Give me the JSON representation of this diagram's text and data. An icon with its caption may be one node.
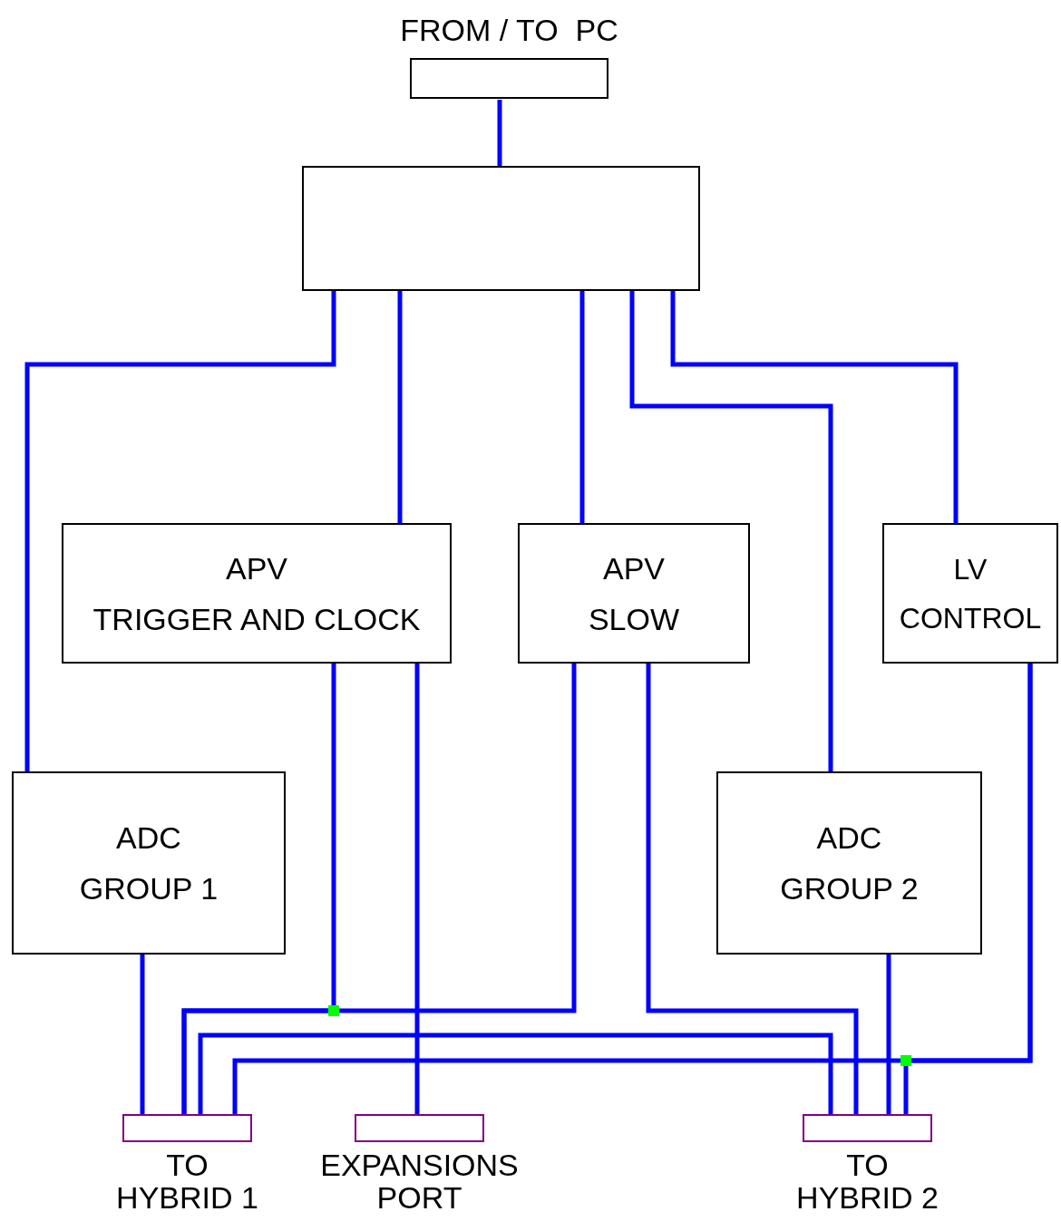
{
  "diagram": {
    "nodes": [
      {
        "text": [
          "FROM / TO  PC"
        ]
      },
      {
        "text": [],
        "shape": "box"
      },
      {
        "text": [
          "APV",
          "TRIGGER AND CLOCK"
        ]
      },
      {
        "text": [
          "APV",
          "SLOW"
        ]
      },
      {
        "text": [
          "LV",
          "CONTROL"
        ]
      },
      {
        "text": [
          "ADC",
          "GROUP 1"
        ]
      },
      {
        "text": [
          "ADC",
          "GROUP 2"
        ]
      },
      {
        "text": [
          "TO HYBRID 1"
        ]
      },
      {
        "text": [
          "EXPANSIONS PORT"
        ]
      },
      {
        "text": [
          "TO HYBRID 2"
        ]
      }
    ],
    "edges": [
      {
        "from": 0,
        "to": 1,
        "arrow": "none"
      },
      {
        "from": 1,
        "to": 5,
        "arrow": "none"
      },
      {
        "from": 1,
        "to": 2,
        "arrow": "none"
      },
      {
        "from": 1,
        "to": 3,
        "arrow": "none"
      },
      {
        "from": 1,
        "to": 6,
        "arrow": "none"
      },
      {
        "from": 1,
        "to": 4,
        "arrow": "none"
      },
      {
        "from": 5,
        "to": 7,
        "arrow": "none"
      },
      {
        "from": 2,
        "to": 7,
        "arrow": "none"
      },
      {
        "from": 3,
        "to": 7,
        "arrow": "none"
      },
      {
        "from": 2,
        "to": 8,
        "arrow": "none"
      },
      {
        "from": 3,
        "to": 9,
        "arrow": "none"
      },
      {
        "from": 7,
        "to": 9,
        "arrow": "none"
      },
      {
        "from": 4,
        "to": 7,
        "arrow": "none"
      },
      {
        "from": 4,
        "to": 9,
        "arrow": "none"
      },
      {
        "from": 6,
        "to": 9,
        "arrow": "none"
      }
    ]
  }
}
